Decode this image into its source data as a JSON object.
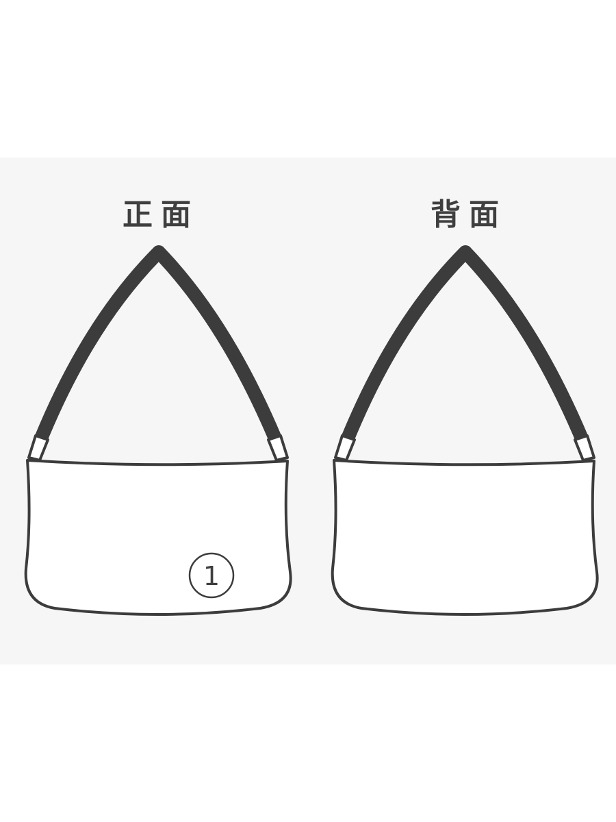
{
  "views": {
    "front_label": "正面",
    "back_label": "背面"
  },
  "callout": {
    "number": "1"
  },
  "colors": {
    "outline": "#3c3c3c",
    "panel_background": "#f6f6f6",
    "page_background": "#ffffff",
    "bag_fill": "#ffffff"
  }
}
